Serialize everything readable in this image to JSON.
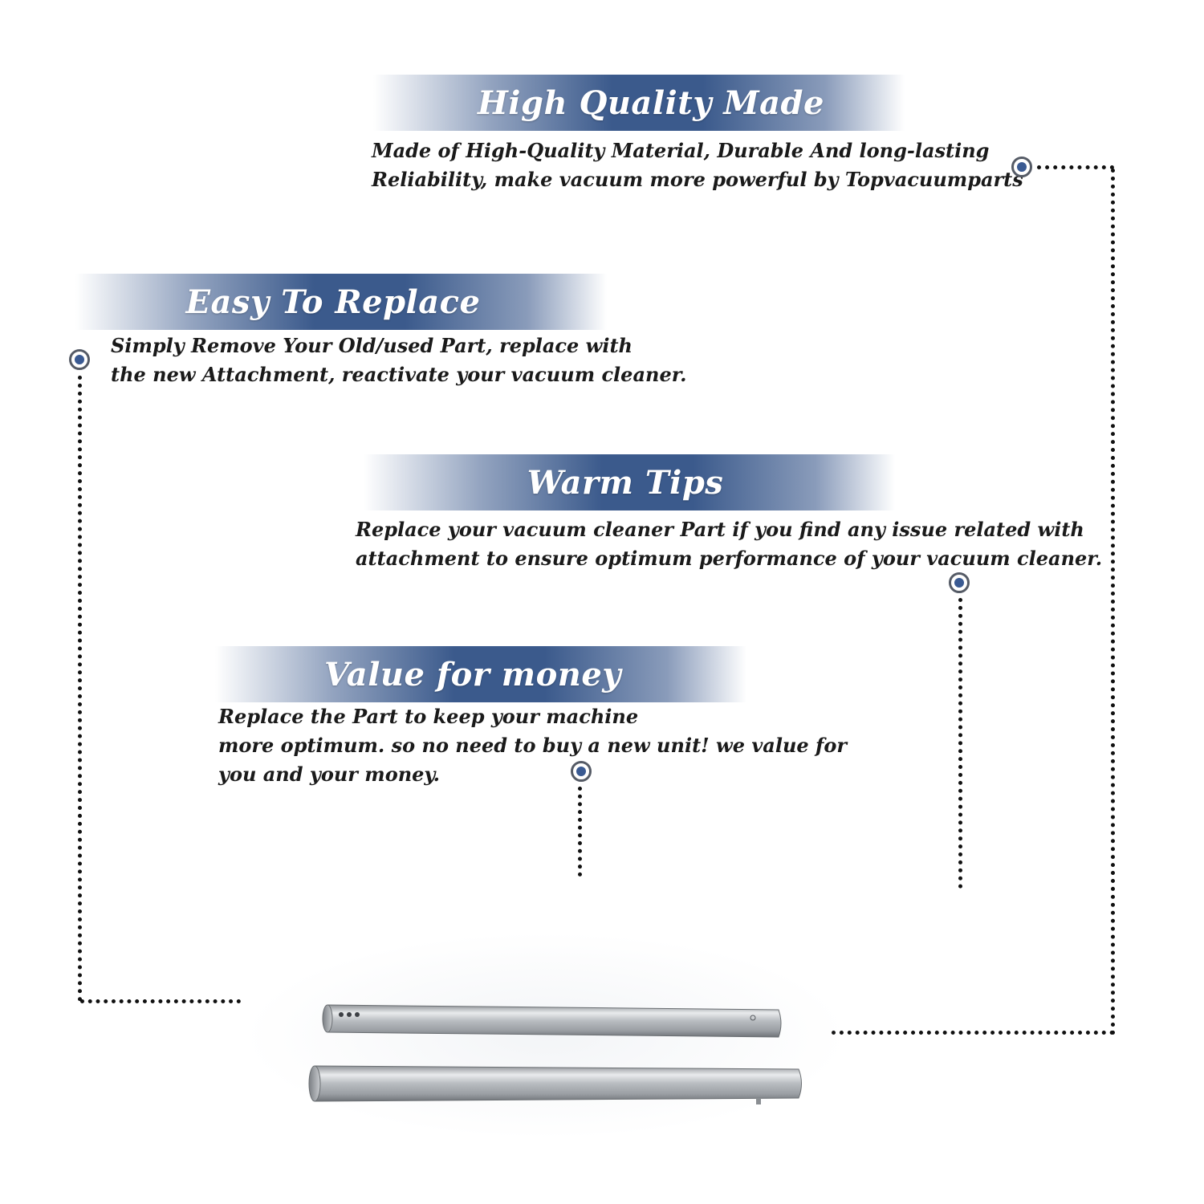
{
  "sections": [
    {
      "id": "high-quality",
      "title": "High Quality Made",
      "lines": [
        "Made of  High-Quality Material, Durable And long-lasting",
        "Reliability, make vacuum more powerful by Topvacuumparts"
      ]
    },
    {
      "id": "easy-replace",
      "title": "Easy To Replace",
      "lines": [
        "Simply Remove Your Old/used Part, replace with",
        "the new Attachment, reactivate your vacuum cleaner."
      ]
    },
    {
      "id": "warm-tips",
      "title": "Warm Tips",
      "lines": [
        "Replace your vacuum cleaner Part if you find any issue related with",
        " attachment to ensure optimum performance of your vacuum cleaner."
      ]
    },
    {
      "id": "value",
      "title": "Value for money",
      "lines": [
        "Replace the Part to keep your machine",
        "more optimum. so no need to buy a new unit! we value for",
        "you and your money."
      ]
    }
  ],
  "colors": {
    "banner": "#3b5a8c",
    "marker_dot": "#3a5a92",
    "text": "#1a1a1a",
    "dots": "#111111"
  }
}
